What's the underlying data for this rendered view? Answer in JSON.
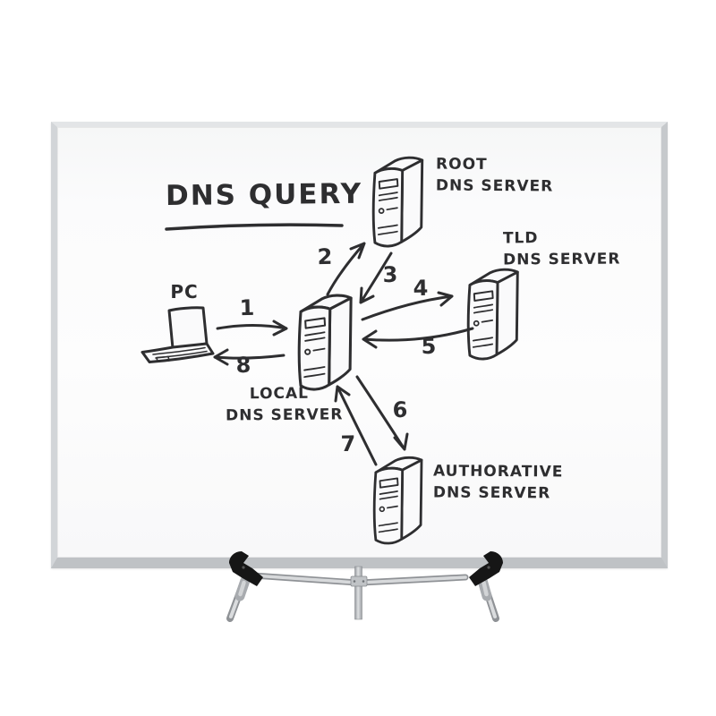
{
  "board": {
    "title": "DNS QUERY"
  },
  "nodes": {
    "pc": {
      "label": "PC"
    },
    "root": {
      "line1": "ROOT",
      "line2": "DNS SERVER"
    },
    "tld": {
      "line1": "TLD",
      "line2": "DNS SERVER"
    },
    "local": {
      "line1": "LOCAL",
      "line2": "DNS SERVER"
    },
    "auth": {
      "line1": "AUTHORATIVE",
      "line2": "DNS SERVER"
    }
  },
  "steps": [
    "1",
    "2",
    "3",
    "4",
    "5",
    "6",
    "7",
    "8"
  ],
  "colors": {
    "marker": "#2e2e30",
    "frame": "#c6c9cc",
    "surface": "#fbfbfc",
    "stand_metal": "#c7cacd",
    "clamp": "#161616",
    "background": "#ffffff"
  }
}
